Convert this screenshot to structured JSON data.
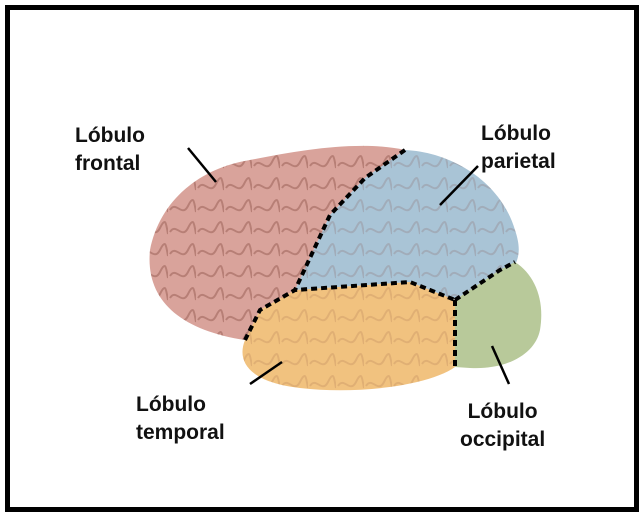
{
  "labels": {
    "frontal": {
      "line1": "Lóbulo",
      "line2": "frontal"
    },
    "parietal": {
      "line1": "Lóbulo",
      "line2": "parietal"
    },
    "temporal": {
      "line1": "Lóbulo",
      "line2": "temporal"
    },
    "occipital": {
      "line1": "Lóbulo",
      "line2": "occipital"
    }
  },
  "colors": {
    "frontal": "#d9a39b",
    "parietal": "#a9c4d6",
    "temporal": "#f1c27f",
    "occipital": "#b8c99a",
    "border": "#000000"
  }
}
